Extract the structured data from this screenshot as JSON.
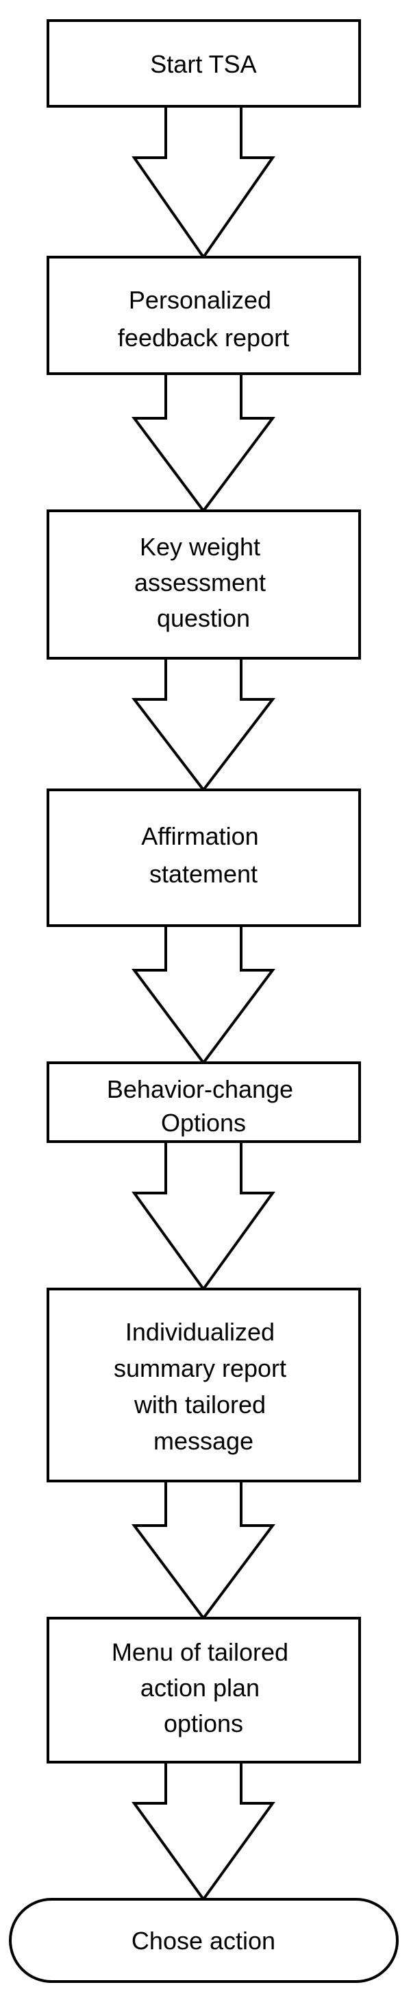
{
  "nodes": [
    {
      "id": "start",
      "shape": "rect",
      "lines": [
        "Start TSA"
      ]
    },
    {
      "id": "feedback",
      "shape": "rect",
      "lines": [
        "Personalized",
        "feedback report"
      ]
    },
    {
      "id": "weight",
      "shape": "rect",
      "lines": [
        "Key weight",
        "assessment",
        "question"
      ]
    },
    {
      "id": "affirmation",
      "shape": "rect",
      "lines": [
        "Affirmation",
        "statement"
      ]
    },
    {
      "id": "behavior",
      "shape": "rect",
      "lines": [
        "Behavior-change",
        "Options"
      ]
    },
    {
      "id": "summary",
      "shape": "rect",
      "lines": [
        "Individualized",
        "summary report",
        "with tailored",
        "message"
      ]
    },
    {
      "id": "menu",
      "shape": "rect",
      "lines": [
        "Menu of tailored",
        "action plan",
        "options"
      ]
    },
    {
      "id": "action",
      "shape": "terminal",
      "lines": [
        "Chose action"
      ]
    }
  ],
  "edges": [
    {
      "from": "start",
      "to": "feedback"
    },
    {
      "from": "feedback",
      "to": "weight"
    },
    {
      "from": "weight",
      "to": "affirmation"
    },
    {
      "from": "affirmation",
      "to": "behavior"
    },
    {
      "from": "behavior",
      "to": "summary"
    },
    {
      "from": "summary",
      "to": "menu"
    },
    {
      "from": "menu",
      "to": "action"
    }
  ]
}
